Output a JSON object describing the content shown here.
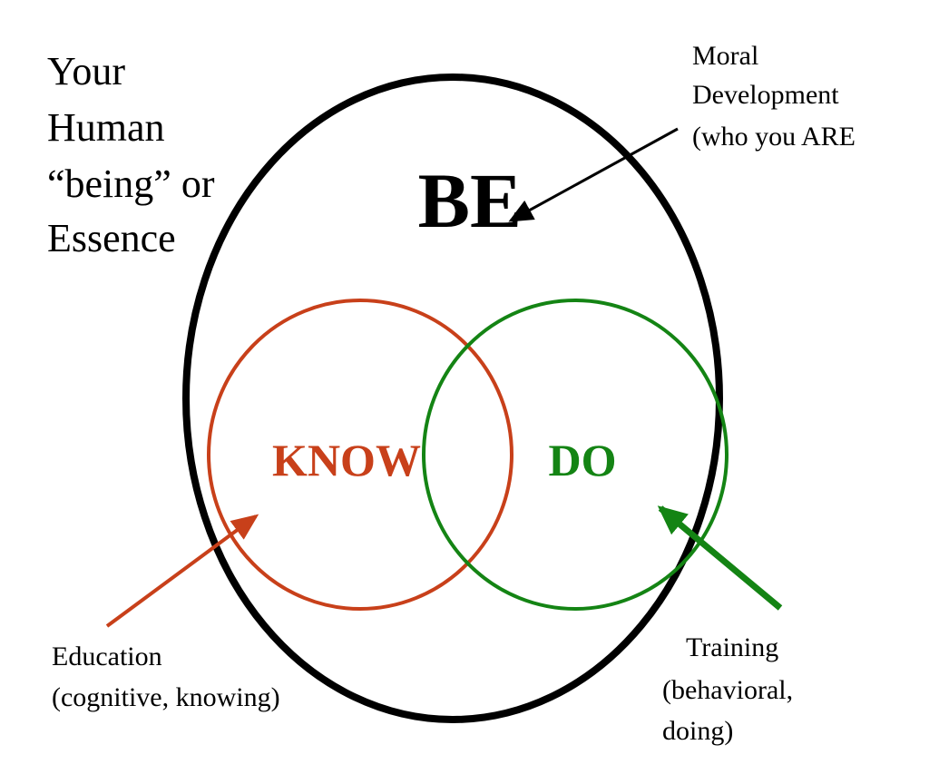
{
  "essence_label": {
    "lines": [
      "Your",
      "Human",
      "“being” or",
      "Essence"
    ]
  },
  "be_label": "BE",
  "know_label": "KNOW",
  "do_label": "DO",
  "moral_label": {
    "lines": [
      "Moral",
      "Development",
      "(who you ARE"
    ]
  },
  "education_label": {
    "lines": [
      "Education",
      "(cognitive, knowing)"
    ]
  },
  "training_label": {
    "lines": [
      "Training",
      "(behavioral,",
      "doing)"
    ]
  },
  "colors": {
    "outer_circle": "#000000",
    "know": "#C8401A",
    "do": "#148414",
    "text": "#000000"
  }
}
